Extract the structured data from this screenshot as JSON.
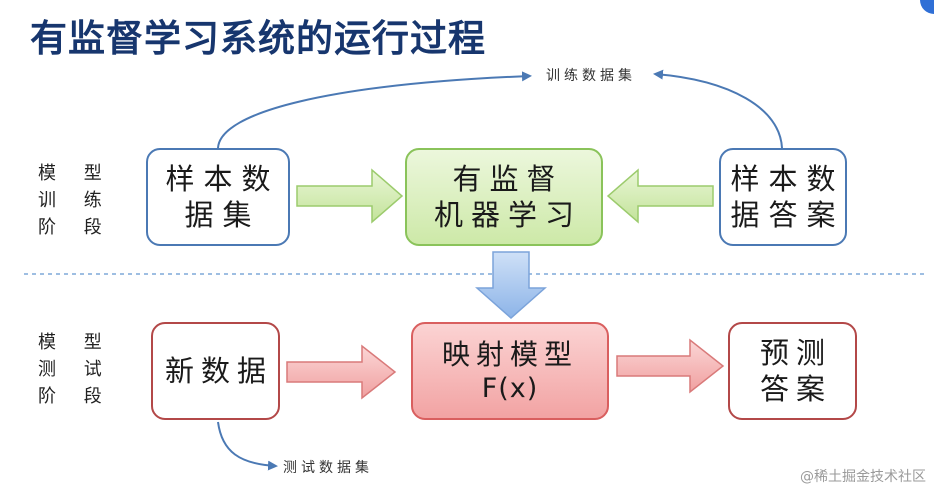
{
  "title": "有监督学习系统的运行过程",
  "top_arrow_label": "训练数据集",
  "bottom_arrow_label": "测试数据集",
  "training_stage": {
    "lines": [
      "模 型",
      "训 练",
      "阶 段"
    ]
  },
  "testing_stage": {
    "lines": [
      "模 型",
      "测 试",
      "阶 段"
    ]
  },
  "nodes": {
    "sample_data": {
      "lines": [
        "样本数",
        "据集"
      ]
    },
    "learner": {
      "lines": [
        "有监督",
        "机器学习"
      ]
    },
    "sample_answers": {
      "lines": [
        "样本数",
        "据答案"
      ]
    },
    "new_data": {
      "lines": [
        "新数据"
      ]
    },
    "mapping_model": {
      "lines": [
        "映射模型",
        "F(x)"
      ]
    },
    "prediction": {
      "lines": [
        "预测",
        "答案"
      ]
    }
  },
  "watermark": "@稀土掘金技术社区",
  "colors": {
    "title": "#17366e",
    "blue_border": "#4b79b4",
    "red_border": "#b34848",
    "green_fill": "#cde9a8",
    "pink_fill": "#f2a3a3",
    "divider": "#7fa8d8"
  }
}
